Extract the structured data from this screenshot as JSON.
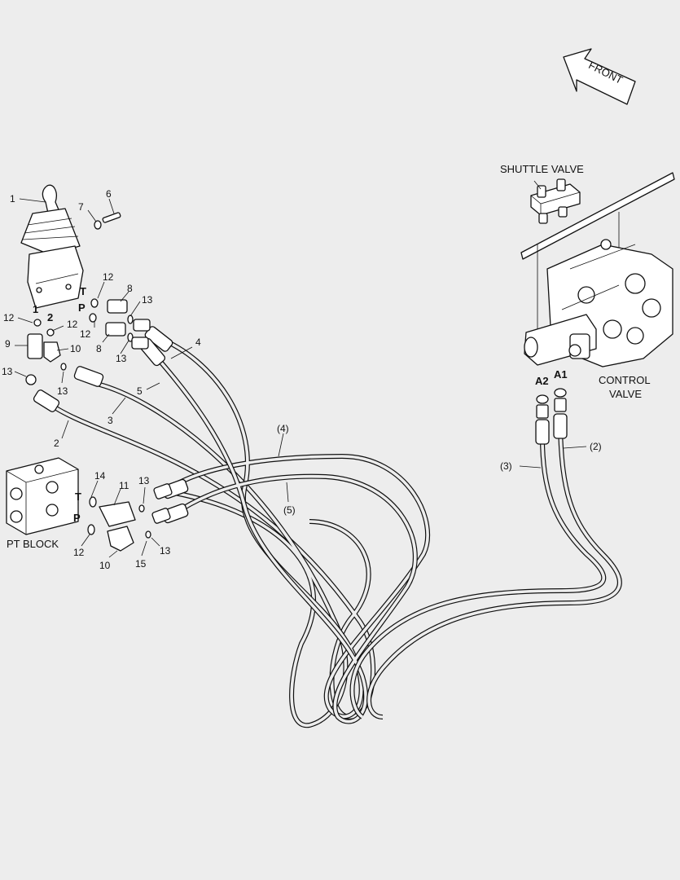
{
  "callouts": {
    "c1": "1",
    "c6": "6",
    "c7": "7",
    "c12a": "12",
    "c8a": "8",
    "c13a": "13",
    "c12b": "12",
    "c8b": "8",
    "c13b": "13",
    "c12c": "12",
    "c12d": "12",
    "c9": "9",
    "c10a": "10",
    "c13c": "13",
    "c13d": "13",
    "c4": "4",
    "c5": "5",
    "c3": "3",
    "c2": "2",
    "c14": "14",
    "c11": "11",
    "c13e": "13",
    "c13f": "13",
    "c12e": "12",
    "c10b": "10",
    "c15": "15",
    "c4p": "(4)",
    "c5p": "(5)",
    "c2p": "(2)",
    "c3p": "(3)"
  },
  "port_labels": {
    "t_valve": "T",
    "p_valve": "P",
    "one": "1",
    "two": "2",
    "t_block": "T",
    "p_block": "P",
    "a2": "A2",
    "a1": "A1"
  },
  "labels": {
    "front": "FRONT",
    "shuttle_valve": "SHUTTLE VALVE",
    "control_valve_line1": "CONTROL",
    "control_valve_line2": "VALVE",
    "pt_block": "PT BLOCK"
  },
  "colors": {
    "background": "#ededed",
    "ink": "#111111",
    "part_fill": "#ffffff"
  }
}
